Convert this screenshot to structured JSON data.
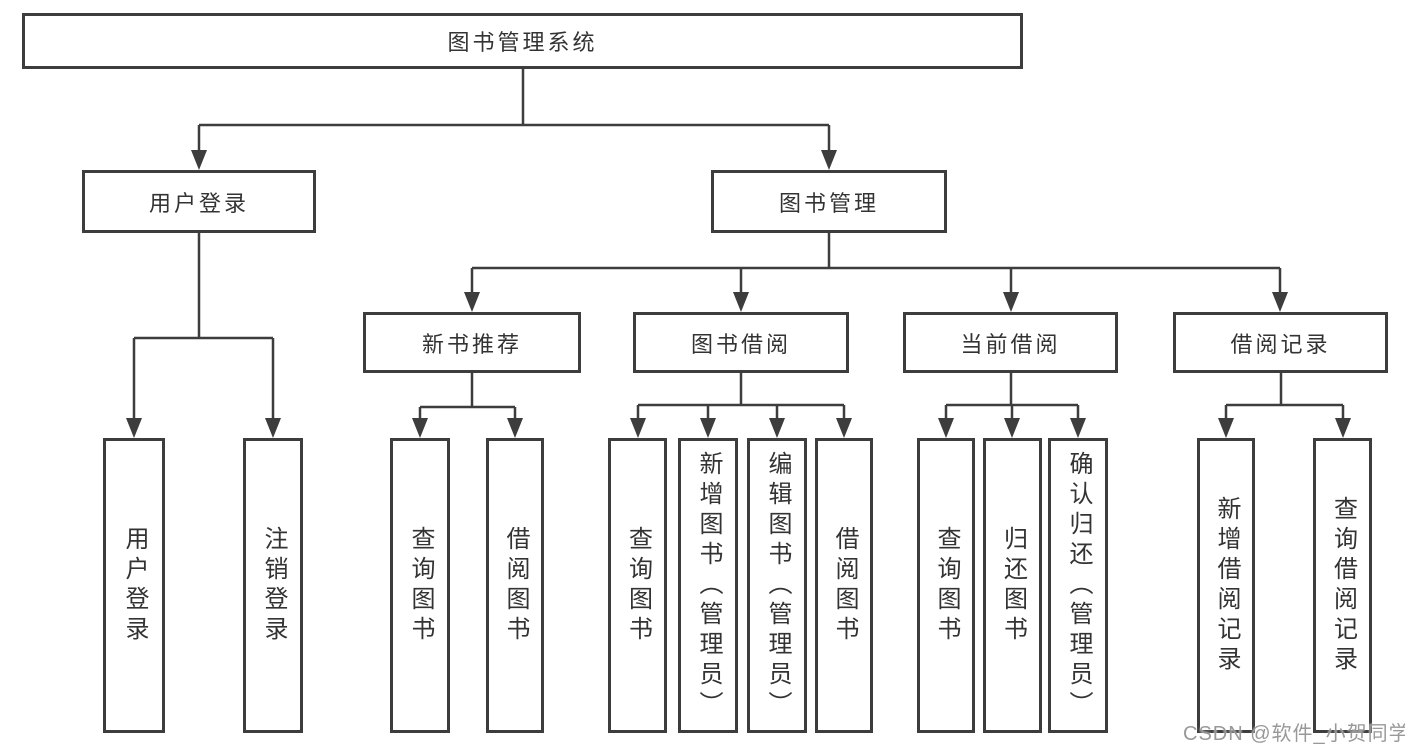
{
  "title": "图书管理系统",
  "tree": {
    "root": {
      "label": "图书管理系统"
    },
    "branches": [
      {
        "label": "用户登录",
        "children": [
          {
            "label": "用户登录"
          },
          {
            "label": "注销登录"
          }
        ]
      },
      {
        "label": "图书管理",
        "children": [
          {
            "label": "新书推荐",
            "children": [
              {
                "label": "查询图书"
              },
              {
                "label": "借阅图书"
              }
            ]
          },
          {
            "label": "图书借阅",
            "children": [
              {
                "label": "查询图书"
              },
              {
                "label": "新增图书（管理员）"
              },
              {
                "label": "编辑图书（管理员）"
              },
              {
                "label": "借阅图书"
              }
            ]
          },
          {
            "label": "当前借阅",
            "children": [
              {
                "label": "查询图书"
              },
              {
                "label": "归还图书"
              },
              {
                "label": "确认归还（管理员）"
              }
            ]
          },
          {
            "label": "借阅记录",
            "children": [
              {
                "label": "新增借阅记录"
              },
              {
                "label": "查询借阅记录"
              }
            ]
          }
        ]
      }
    ]
  },
  "watermark": {
    "text": "CSDN @软件_小贺同学"
  },
  "colors": {
    "line": "#3d3d3d",
    "text": "#333333",
    "watermark": "#949494",
    "background": "#ffffff"
  }
}
